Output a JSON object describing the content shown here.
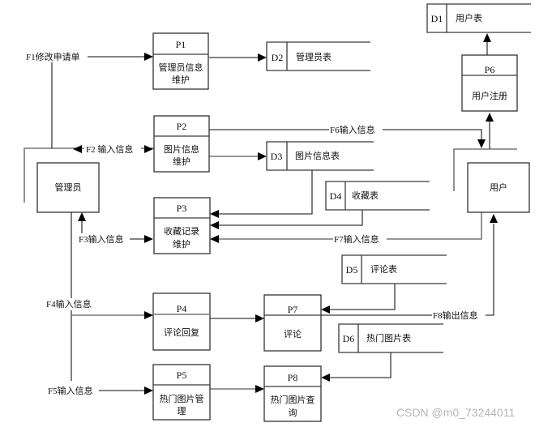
{
  "diagram": {
    "type": "data-flow-diagram",
    "entities": [
      {
        "id": "admin",
        "label": "管理员"
      },
      {
        "id": "user",
        "label": "用户"
      }
    ],
    "processes": [
      {
        "id": "P1",
        "label": "管理员信息维护",
        "lines": [
          "管理员信息",
          "维护"
        ]
      },
      {
        "id": "P2",
        "label": "图片信息维护",
        "lines": [
          "图片信息",
          "维护"
        ]
      },
      {
        "id": "P3",
        "label": "收藏记录维护",
        "lines": [
          "收藏记录",
          "维护"
        ]
      },
      {
        "id": "P4",
        "label": "评论回复",
        "lines": [
          "评论回复"
        ]
      },
      {
        "id": "P5",
        "label": "热门图片管理",
        "lines": [
          "热门图片管",
          "理"
        ]
      },
      {
        "id": "P6",
        "label": "用户注册",
        "lines": [
          "用户注册"
        ]
      },
      {
        "id": "P7",
        "label": "评论",
        "lines": [
          "评论"
        ]
      },
      {
        "id": "P8",
        "label": "热门图片查询",
        "lines": [
          "热门图片查",
          "询"
        ]
      }
    ],
    "datastores": [
      {
        "id": "D1",
        "label": "用户表"
      },
      {
        "id": "D2",
        "label": "管理员表"
      },
      {
        "id": "D3",
        "label": "图片信息表"
      },
      {
        "id": "D4",
        "label": "收藏表"
      },
      {
        "id": "D5",
        "label": "评论表"
      },
      {
        "id": "D6",
        "label": "热门图片表"
      }
    ],
    "flows": [
      {
        "id": "F1",
        "label": "F1修改申请单",
        "from": "admin",
        "to": "P1"
      },
      {
        "id": "F2",
        "label": "F2 输入信息",
        "from": "admin",
        "to": "P2",
        "bidirectional": true
      },
      {
        "id": "F3",
        "label": "F3输入信息",
        "from": "admin",
        "to": "P3",
        "bidirectional": true
      },
      {
        "id": "F4",
        "label": "F4输入信息",
        "from": "admin",
        "to": "P4"
      },
      {
        "id": "F5",
        "label": "F5输入信息",
        "from": "admin",
        "to": "P5"
      },
      {
        "id": "F6",
        "label": "F6输入信息",
        "from": "P2",
        "to": "user"
      },
      {
        "id": "F7",
        "label": "F7输入信息",
        "from": "user",
        "to": "P3"
      },
      {
        "id": "F8",
        "label": "F8输出信息",
        "from": "P7",
        "to": "user"
      }
    ],
    "unlabeled_flows": [
      {
        "from": "P1",
        "to": "D2"
      },
      {
        "from": "P2",
        "to": "D3"
      },
      {
        "from": "D3",
        "to": "P3"
      },
      {
        "from": "D4",
        "to": "P3"
      },
      {
        "from": "user",
        "to": "P6"
      },
      {
        "from": "P6",
        "to": "D1"
      },
      {
        "from": "P4",
        "to": "P7"
      },
      {
        "from": "D5",
        "to": "P7"
      },
      {
        "from": "P5",
        "to": "P8"
      },
      {
        "from": "D6",
        "to": "P8"
      }
    ]
  },
  "watermark": "CSDN @m0_73244011"
}
